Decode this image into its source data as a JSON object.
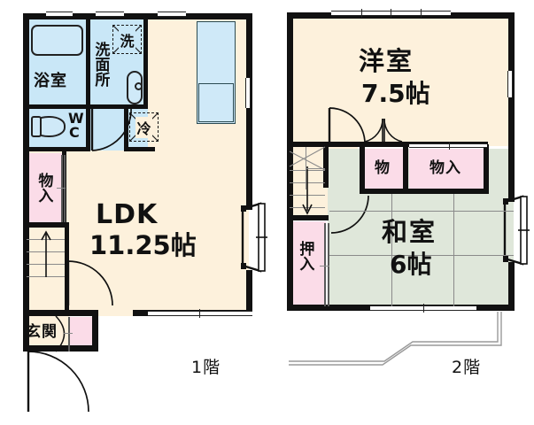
{
  "document": {
    "kind": "japanese-floor-plan",
    "floors": [
      {
        "id": "first",
        "label": "1階"
      },
      {
        "id": "second",
        "label": "2階"
      }
    ]
  },
  "colors": {
    "wall": "#111111",
    "room_cream": "#fdf1dc",
    "wet_blue": "#c9e7f7",
    "closet_pink": "#fbdce8",
    "tatami_green": "#dfe7da",
    "background": "#ffffff",
    "line": "#222222"
  },
  "first_floor": {
    "label": "1階",
    "rooms": [
      {
        "name": "ldk",
        "label": "LDK",
        "size": "11.25帖",
        "type": "living-dining-kitchen"
      },
      {
        "name": "bathroom",
        "label": "浴室",
        "type": "bath"
      },
      {
        "name": "washroom",
        "label": "洗面所",
        "type": "washbasin"
      },
      {
        "name": "toilet",
        "label": "WC",
        "type": "toilet"
      },
      {
        "name": "storage",
        "label": "物入",
        "type": "closet"
      },
      {
        "name": "entrance",
        "label": "玄関",
        "type": "entry"
      }
    ],
    "appliances": [
      {
        "name": "washing-machine",
        "label": "洗"
      },
      {
        "name": "refrigerator",
        "label": "冷"
      }
    ],
    "ldk_name": "LDK",
    "ldk_size": "11.25帖",
    "bath_label": "浴室",
    "washroom_label": "洗面所",
    "wc_label_1": "W",
    "wc_label_2": "C",
    "storage_label": "物入",
    "entrance_label": "玄関",
    "washer_label": "洗",
    "fridge_label": "冷"
  },
  "second_floor": {
    "label": "2階",
    "rooms": [
      {
        "name": "western-room",
        "label": "洋室",
        "size": "7.5帖",
        "type": "western-bedroom"
      },
      {
        "name": "japanese-room",
        "label": "和室",
        "size": "6帖",
        "type": "tatami-room"
      },
      {
        "name": "closet-small",
        "label": "物",
        "type": "closet"
      },
      {
        "name": "closet-large",
        "label": "物入",
        "type": "closet"
      },
      {
        "name": "oshiire",
        "label": "押入",
        "type": "closet"
      }
    ],
    "western_name": "洋室",
    "western_size": "7.5帖",
    "japanese_name": "和室",
    "japanese_size": "6帖",
    "closet_small_label": "物",
    "closet_large_label": "物入",
    "oshiire_label": "押入"
  }
}
